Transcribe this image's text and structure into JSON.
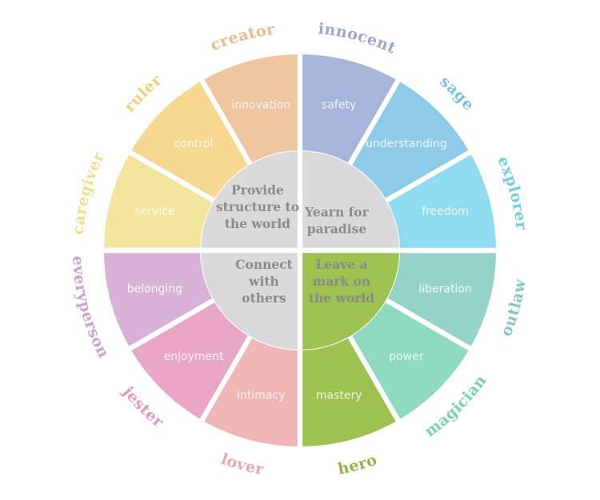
{
  "archetypes": [
    {
      "name": "innocent",
      "value": "safety",
      "color": "#a7b5da",
      "label_color": "#9aa6d4"
    },
    {
      "name": "sage",
      "value": "understanding",
      "color": "#8ecbe9",
      "label_color": "#7fbfe5"
    },
    {
      "name": "explorer",
      "value": "freedom",
      "color": "#8fdbf0",
      "label_color": "#73cde9"
    },
    {
      "name": "outlaw",
      "value": "liberation",
      "color": "#95d3c9",
      "label_color": "#84c9bd"
    },
    {
      "name": "magician",
      "value": "power",
      "color": "#8edbbf",
      "label_color": "#79d1b1"
    },
    {
      "name": "hero",
      "value": "mastery",
      "color": "#9dc24f",
      "label_color": "#8fb743"
    },
    {
      "name": "lover",
      "value": "intimacy",
      "color": "#f0b6b6",
      "label_color": "#eea8a8"
    },
    {
      "name": "jester",
      "value": "enjoyment",
      "color": "#e9a6c5",
      "label_color": "#e597bb"
    },
    {
      "name": "everyperson",
      "value": "belonging",
      "color": "#d7b1d6",
      "label_color": "#cfa3cf"
    },
    {
      "name": "caregiver",
      "value": "service",
      "color": "#f4e59c",
      "label_color": "#f2df8a"
    },
    {
      "name": "ruler",
      "value": "control",
      "color": "#f6d890",
      "label_color": "#f3cf7a"
    },
    {
      "name": "creator",
      "value": "innovation",
      "color": "#efc6a0",
      "label_color": "#edb98a"
    }
  ],
  "quadrants": [
    {
      "id": "structure",
      "lines": [
        "Provide",
        "structure to",
        "the world"
      ],
      "color": "#dadada",
      "text_color": "#8a8a8a"
    },
    {
      "id": "paradise",
      "lines": [
        "Yearn for",
        "paradise"
      ],
      "color": "#dadada",
      "text_color": "#8a8a8a"
    },
    {
      "id": "connect",
      "lines": [
        "Connect",
        "with",
        "others"
      ],
      "color": "#dadada",
      "text_color": "#8a8a8a"
    },
    {
      "id": "mark",
      "lines": [
        "Leave a",
        "mark on",
        "the world"
      ],
      "color": "#9dc24f",
      "text_color": "#ffffff"
    }
  ]
}
